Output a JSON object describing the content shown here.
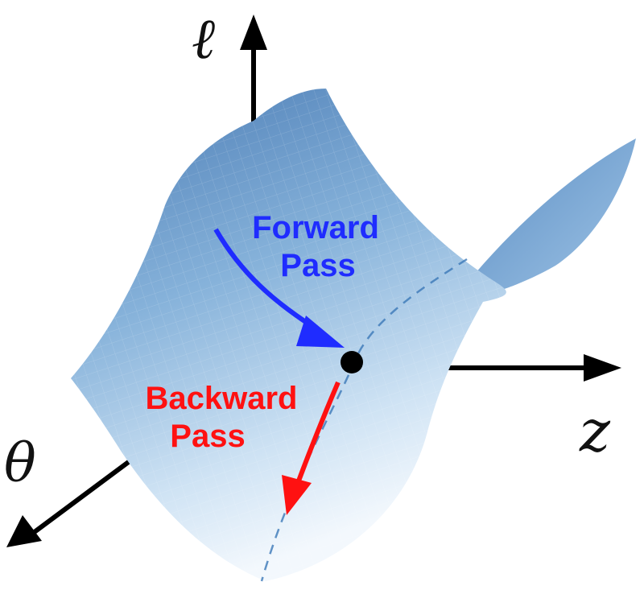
{
  "diagram": {
    "axes": {
      "vertical": "ℓ",
      "depth": "θ",
      "horizontal": "z"
    },
    "forward": {
      "line1": "Forward",
      "line2": "Pass",
      "color": "#1f2cff"
    },
    "backward": {
      "line1": "Backward",
      "line2": "Pass",
      "color": "#ff1111"
    },
    "surface": {
      "color_dark": "#4d7fb8",
      "color_mid": "#8fb9de",
      "color_light": "#f2f8fd"
    },
    "point_color": "#000000",
    "axis_color": "#000000"
  }
}
